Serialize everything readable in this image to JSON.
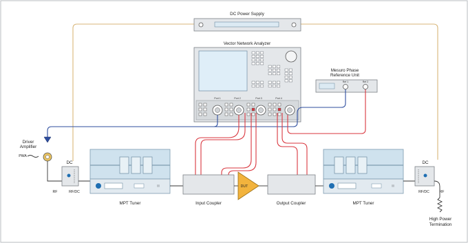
{
  "labels": {
    "dc_power_supply": "DC Power Supply",
    "vna": "Vector Network Analyzer",
    "mesuro_line1": "Mesuro Phase",
    "mesuro_line2": "Reference Unit",
    "driver_line1": "Driver",
    "driver_line2": "Amplifier",
    "pwa": "PWA",
    "dc_left": "DC",
    "dc_right": "DC",
    "rf_left": "RF",
    "rfdc_left": "RF/DC",
    "rfdc_right": "RF/DC",
    "rf_right": "RF",
    "mpt_tuner_left": "MPT Tuner",
    "mpt_tuner_right": "MPT Tuner",
    "input_coupler": "Input Coupler",
    "output_coupler": "Output Coupler",
    "dut": "DUT",
    "term_line1": "High Power",
    "term_line2": "Termination",
    "port1": "Port 1",
    "port2": "Port 2",
    "port3": "Port 3",
    "port4": "Port 4",
    "ref_port1": "Ref 1",
    "ref_port2": "Ref 2"
  },
  "colors": {
    "rf_cable": "#d9363e",
    "ref_cable": "#2d4d9e",
    "dc_cable": "#d8b678",
    "tuner_accent": "#1f6fb2",
    "dut_fill": "#f2b33d"
  },
  "icons": {
    "tuner_knob": "round-knob-icon",
    "amplifier": "triangle-amplifier-icon",
    "termination": "resistor-icon"
  }
}
